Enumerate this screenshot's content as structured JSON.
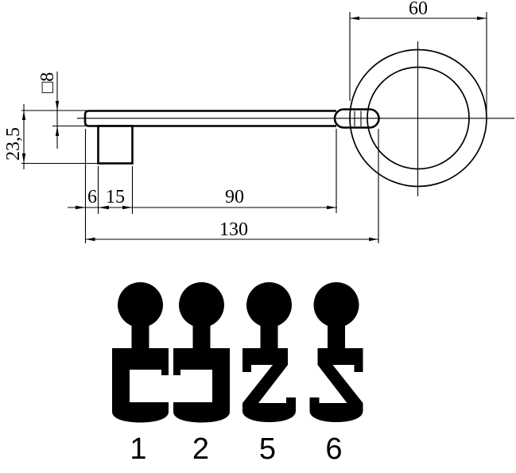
{
  "dimensions": {
    "bow_outer_diameter": "60",
    "stock_square": "□8",
    "overall_height": "23,5",
    "tip_to_bit": "6",
    "bit_width": "15",
    "bit_to_bow": "90",
    "total_length": "130"
  },
  "profiles": {
    "items": [
      {
        "label": "1",
        "shape": "c-profile"
      },
      {
        "label": "2",
        "shape": "c-profile-mirrored"
      },
      {
        "label": "5",
        "shape": "z-profile"
      },
      {
        "label": "6",
        "shape": "z-profile-mirrored"
      }
    ]
  },
  "colors": {
    "line": "#000000",
    "background": "#ffffff"
  }
}
